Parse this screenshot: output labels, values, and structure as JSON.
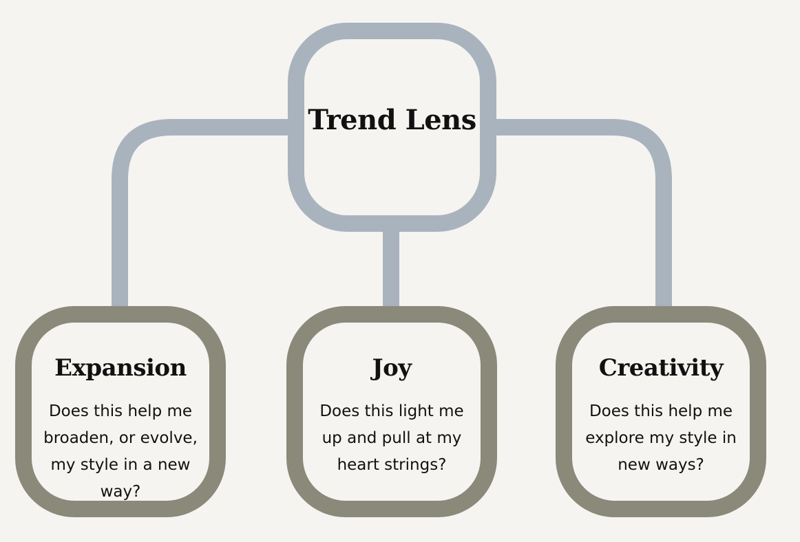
{
  "diagram": {
    "root": {
      "label": "Trend Lens"
    },
    "children": [
      {
        "title": "Expansion",
        "text": "Does this help me broaden, or evolve, my style in a new way?"
      },
      {
        "title": "Joy",
        "text": "Does this light me up and pull at my heart strings?"
      },
      {
        "title": "Creativity",
        "text": "Does this help me explore my style in new ways?"
      }
    ]
  },
  "colors": {
    "background": "#f5f4f0",
    "root_border": "#a9b3be",
    "child_border": "#8a897a",
    "connector": "#a9b3be",
    "text": "#111111"
  }
}
